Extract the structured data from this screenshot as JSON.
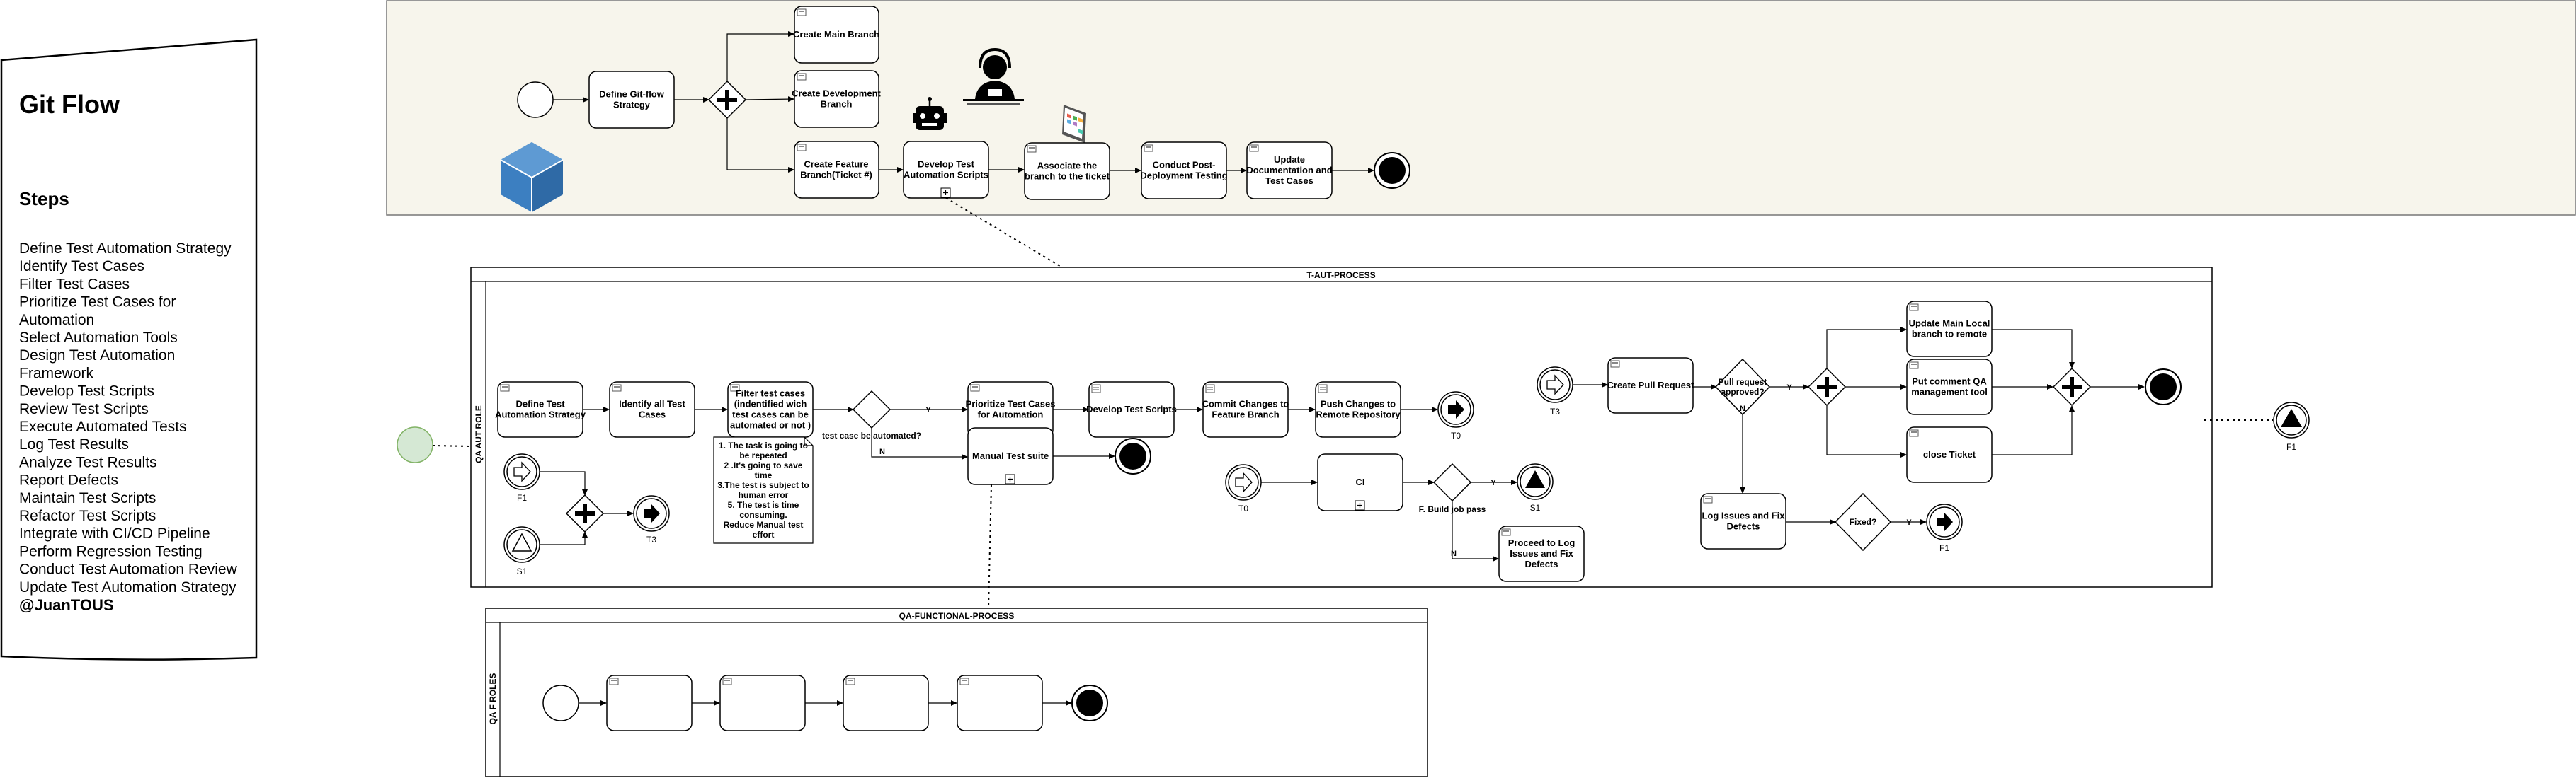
{
  "card": {
    "title": "Git Flow",
    "steps_heading": "Steps",
    "steps": [
      "Define Test Automation Strategy",
      "Identify Test Cases",
      "Filter Test Cases",
      "Prioritize Test Cases for",
      "Automation",
      "Select Automation Tools",
      "Design Test Automation",
      "Framework",
      "Develop Test Scripts",
      "Review Test Scripts",
      "Execute Automated Tests",
      "Log Test Results",
      "Analyze Test Results",
      "Report Defects",
      "Maintain Test Scripts",
      "Refactor Test Scripts",
      "Integrate with CI/CD Pipeline",
      "Perform Regression Testing",
      "Conduct Test Automation Review",
      "Update Test Automation Strategy"
    ],
    "author": "@JuanTOUS"
  },
  "git_panel": {
    "define_gitflow": [
      "Define Git-flow",
      "Strategy"
    ],
    "create_main": [
      "Create Main Branch"
    ],
    "create_dev": [
      "Create Development",
      "Branch"
    ],
    "create_feature": [
      "Create Feature",
      "Branch(Ticket #)"
    ],
    "develop_scripts": [
      "Develop Test",
      "Automation Scripts"
    ],
    "associate_branch": [
      "Associate the",
      "branch to the ticket"
    ],
    "conduct_post": [
      "Conduct Post-",
      "Deployment Testing"
    ],
    "update_docs": [
      "Update",
      "Documentation and",
      "Test Cases"
    ]
  },
  "taut": {
    "pool_title": "T-AUT-PROCESS",
    "lane_label": "QA AUT ROLE",
    "define_strategy": [
      "Define Test",
      "Automation Strategy"
    ],
    "identify_cases": [
      "Identify all Test",
      "Cases"
    ],
    "filter_cases": [
      "Filter test cases",
      "(indentified wich",
      "test cases can be",
      "automated or not )"
    ],
    "gateway_label": "test case be automated?",
    "yes": "Y",
    "no": "N",
    "prioritize": [
      "Prioritize Test Cases",
      "for Automation"
    ],
    "develop_scripts": [
      "Develop Test Scripts"
    ],
    "commit_changes": [
      "Commit Changes to",
      "Feature Branch"
    ],
    "push_changes": [
      "Push Changes to",
      "Remote Repository"
    ],
    "manual_suite": [
      "Manual Test suite"
    ],
    "note": [
      "1. The task is going to",
      "be repeated",
      "2 .It's going to save",
      "time",
      "3.The test is subject to",
      "human error",
      "5. The test is time",
      "consuming.",
      "Reduce Manual test",
      "effort"
    ],
    "create_pr": [
      "Create Pull Request"
    ],
    "pr_gateway": [
      "Pull request",
      "approved?"
    ],
    "update_main": [
      "Update Main Local",
      "branch to remote"
    ],
    "put_comment": [
      "Put comment QA",
      "management tool"
    ],
    "close_ticket": [
      "close Ticket"
    ],
    "log_issues": [
      "Log Issues and Fix",
      "Defects"
    ],
    "fixed_gateway": "Fixed?",
    "ci_task": [
      "CI"
    ],
    "build_gateway": "F. Build job pass",
    "proceed_log": [
      "Proceed to Log",
      "Issues and Fix",
      "Defects"
    ],
    "events": {
      "f1": "F1",
      "s1": "S1",
      "t3": "T3",
      "t0": "T0"
    }
  },
  "qaf": {
    "pool_title": "QA-FUNCTIONAL-PROCESS",
    "lane_label": "QA F ROLES"
  },
  "colors": {
    "panel_fill": "#f7f5ec",
    "cube_blue": "#3c7fc1",
    "start_green": "#d5e8d4",
    "start_green_stroke": "#82b366"
  }
}
